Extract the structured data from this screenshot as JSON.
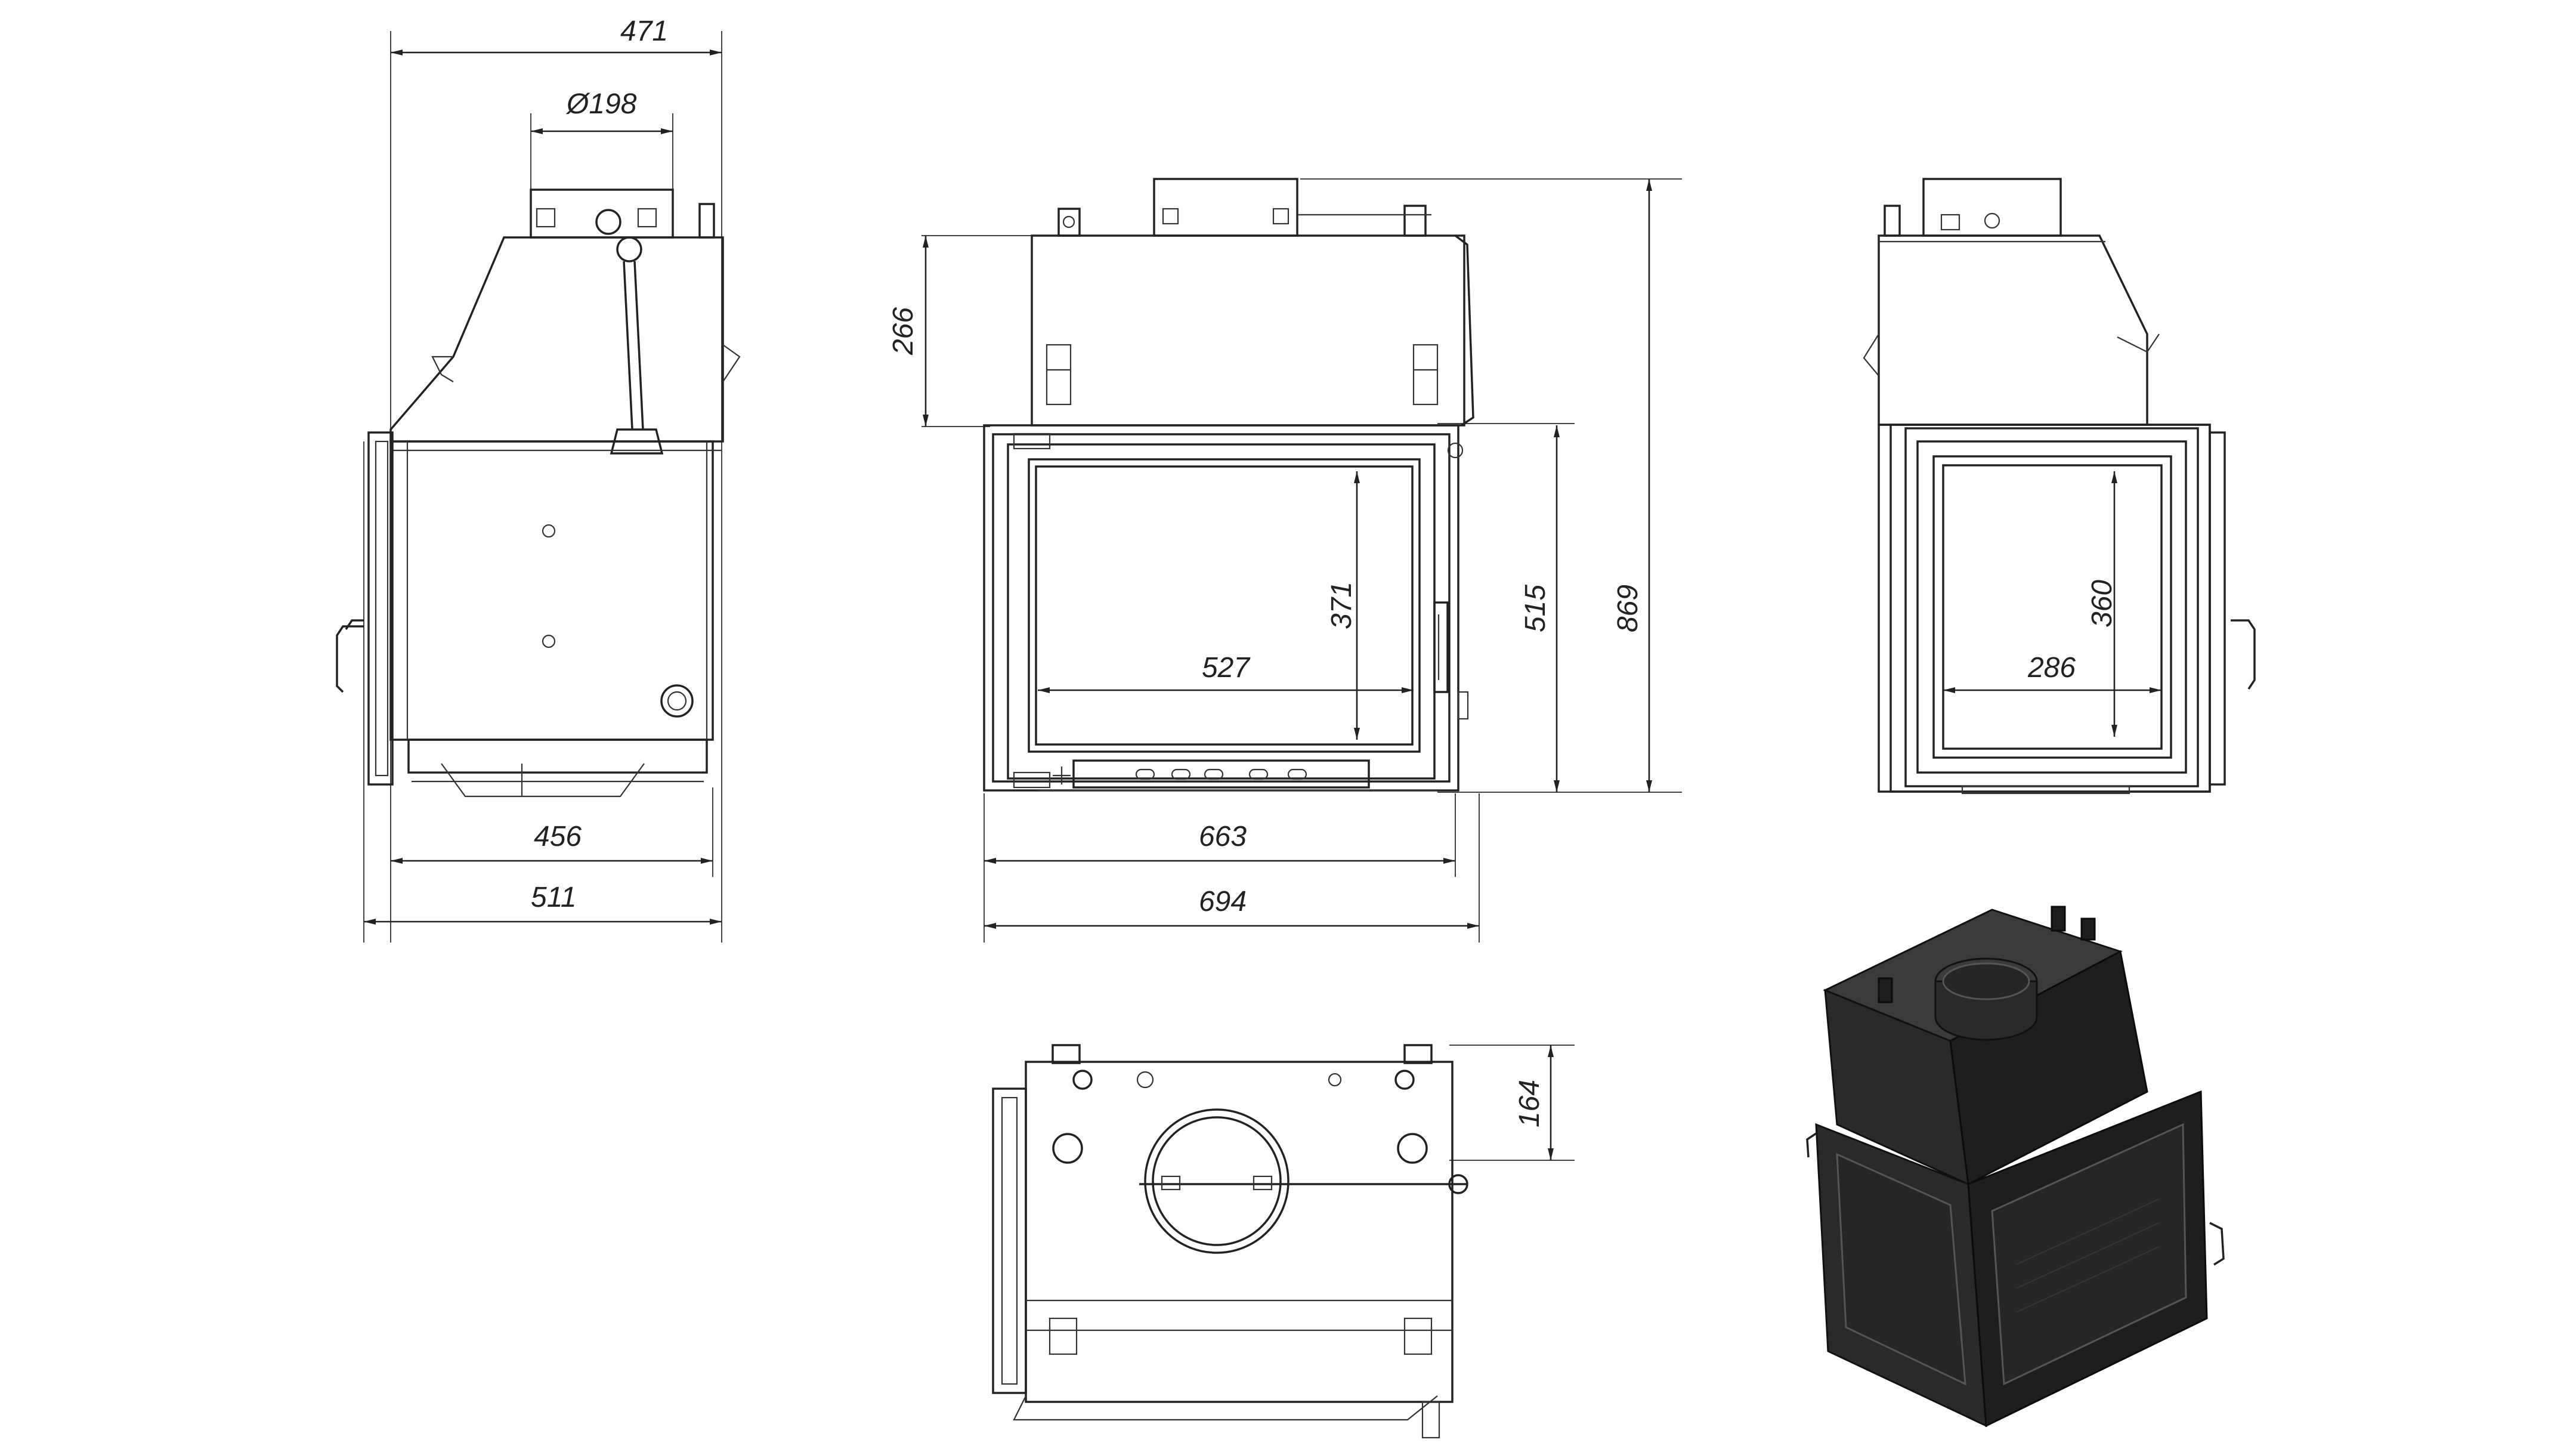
{
  "dimensions": {
    "side_top_width": "471",
    "side_flue_diameter": "Ø198",
    "side_base_inner": "456",
    "side_base_outer": "511",
    "front_top_height": "266",
    "front_glass_height": "371",
    "front_glass_width": "527",
    "front_door_height": "515",
    "front_total_height": "869",
    "front_door_width": "663",
    "front_total_width": "694",
    "right_glass_height": "360",
    "right_glass_width": "286",
    "top_depth": "164"
  },
  "colors": {
    "line": "#222222",
    "body": "#2a2a2a",
    "background": "#ffffff"
  }
}
